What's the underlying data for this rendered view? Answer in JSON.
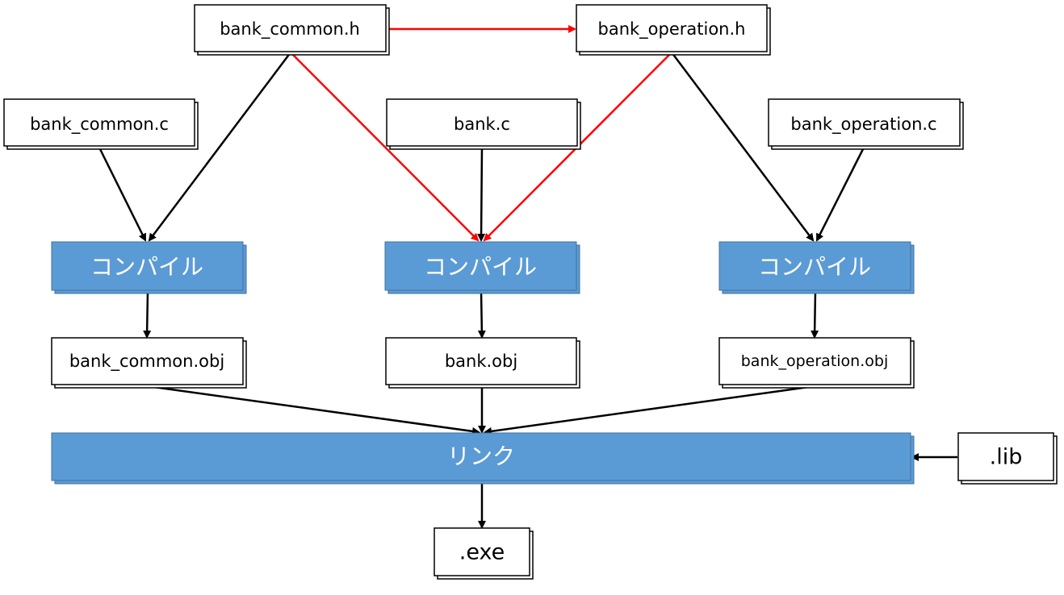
{
  "headers": {
    "common_h": "bank_common.h",
    "operation_h": "bank_operation.h"
  },
  "sources": {
    "common_c": "bank_common.c",
    "bank_c": "bank.c",
    "operation_c": "bank_operation.c"
  },
  "compile": {
    "left": "コンパイル",
    "center": "コンパイル",
    "right": "コンパイル"
  },
  "objects": {
    "common_obj": "bank_common.obj",
    "bank_obj": "bank.obj",
    "operation_obj": "bank_operation.obj"
  },
  "link": {
    "label": "リンク"
  },
  "library": {
    "label": ".lib"
  },
  "output": {
    "label": ".exe"
  },
  "colors": {
    "process_fill": "#5b9bd5",
    "process_text": "#ffffff",
    "dependency_arrow": "#ff0000",
    "flow_arrow": "#000000"
  }
}
